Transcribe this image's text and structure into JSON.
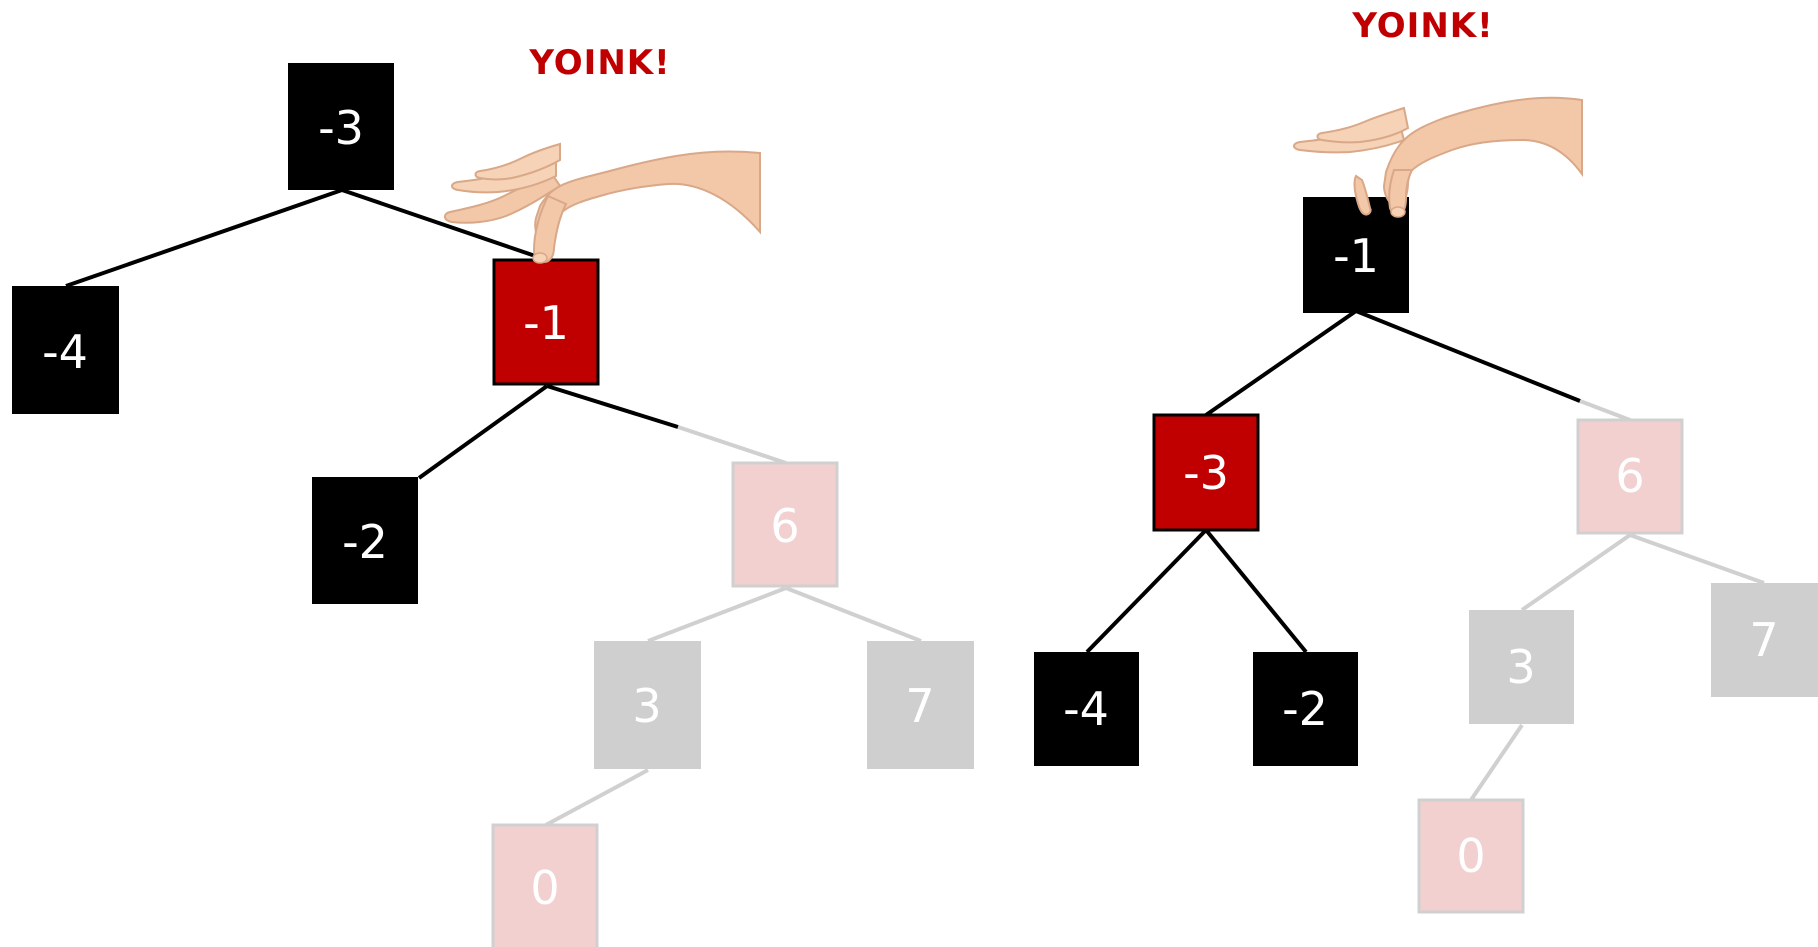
{
  "colors": {
    "black_node": "#000000",
    "red_node": "#c00000",
    "faded_red_node": "#f2d0d0",
    "faded_red_border": "#d0d0d0",
    "faded_gray_node": "#cfcfcf",
    "faded_text": "#ffffff",
    "edge_dark": "#000000",
    "edge_faded": "#d0d0d0",
    "yoink": "#c00000",
    "skin": "#f2c8a8"
  },
  "left_tree": {
    "caption": "YOINK!",
    "nodes": {
      "root": "-3",
      "left": "-4",
      "picked": "-1",
      "picked_left": "-2",
      "faded_right": "6",
      "faded_right_left": "3",
      "faded_right_right": "7",
      "faded_leaf": "0"
    }
  },
  "right_tree": {
    "caption": "YOINK!",
    "nodes": {
      "root": "-1",
      "red_child": "-3",
      "red_child_left": "-4",
      "red_child_right": "-2",
      "faded_right": "6",
      "faded_right_left": "3",
      "faded_right_right": "7",
      "faded_leaf": "0"
    }
  },
  "icons": {
    "hand": "hand-pinch-icon"
  }
}
